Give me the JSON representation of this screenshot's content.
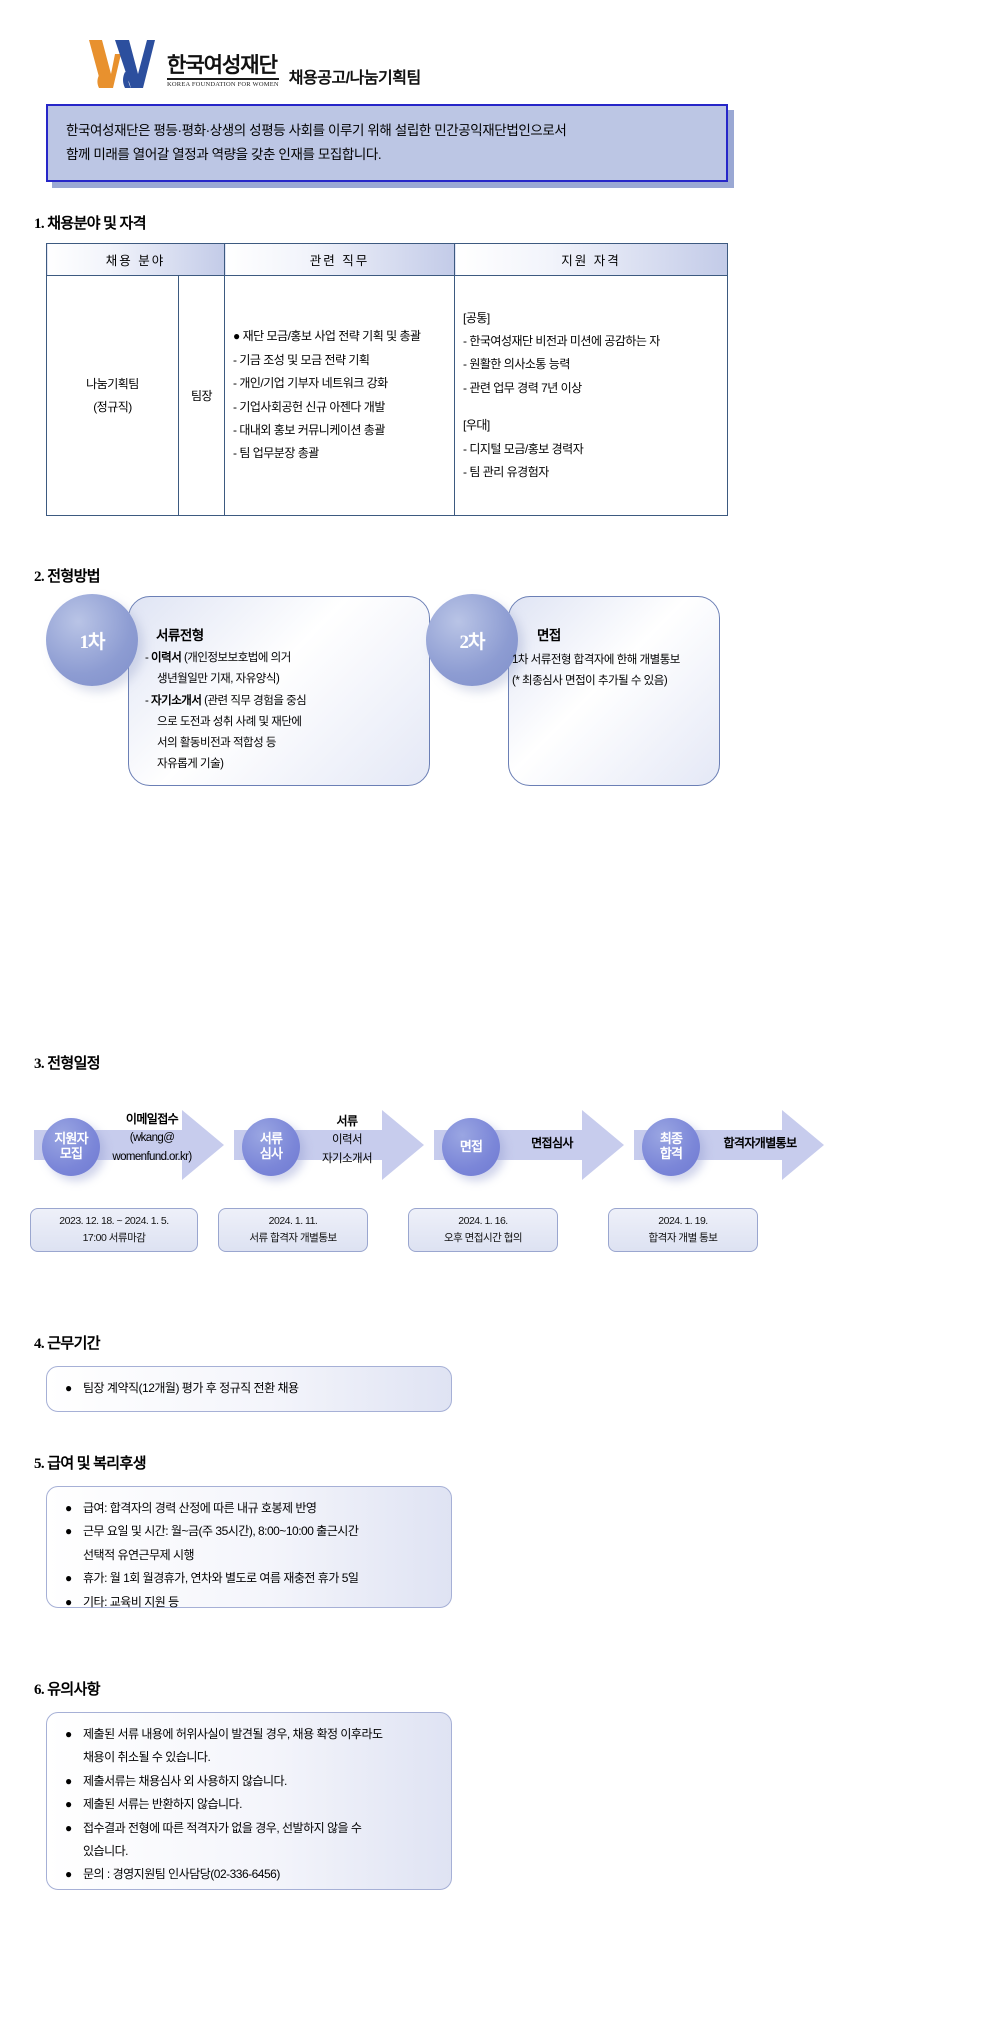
{
  "header": {
    "logo_kr": "한국여성재단",
    "logo_en": "KOREA FOUNDATION FOR WOMEN",
    "title": "채용공고/나눔기획팀"
  },
  "intro": {
    "line1": "한국여성재단은 평등·평화·상생의 성평등 사회를 이루기 위해 설립한 민간공익재단법인으로서",
    "line2": "함께 미래를 열어갈 열정과 역량을 갖춘 인재를 모집합니다."
  },
  "sections": {
    "s1": "1. 채용분야 및 자격",
    "s2": "2. 전형방법",
    "s3": "3. 전형일정",
    "s4": "4. 근무기간",
    "s5": "5. 급여 및 복리후생",
    "s6": "6. 유의사항"
  },
  "table1": {
    "headers": [
      "채용 분야",
      "관련 직무",
      "지원 자격"
    ],
    "field_line1": "나눔기획팀",
    "field_line2": "(정규직)",
    "rank": "팀장",
    "duties": [
      "● 재단 모금/홍보 사업 전략 기획 및 총괄",
      "- 기금 조성 및 모금 전략 기획",
      "- 개인/기업 기부자 네트워크 강화",
      "- 기업사회공헌 신규 아젠다 개발",
      "- 대내외 홍보 커뮤니케이션 총괄",
      "- 팀 업무분장 총괄"
    ],
    "qual_common_title": "[공통]",
    "qual_common": [
      "- 한국여성재단 비전과 미션에 공감하는 자",
      "- 원활한 의사소통 능력",
      "- 관련 업무 경력 7년 이상"
    ],
    "qual_pref_title": "[우대]",
    "qual_pref": [
      "- 디지털 모금/홍보 경력자",
      "- 팀 관리 유경험자"
    ]
  },
  "steps": [
    {
      "badge": "1차",
      "heading": "서류전형",
      "lines": [
        "- <b>이력서</b> (개인정보보호법에 의거",
        "생년월일만 기재, 자유양식)",
        "- <b>자기소개서</b> (관련 직무 경험을 중심",
        "으로 도전과 성취 사례 및 재단에",
        "서의 활동비전과 적합성 등",
        "자유롭게 기술)"
      ]
    },
    {
      "badge": "2차",
      "heading": "면접",
      "lines": [
        "1차 서류전형 합격자에 한해 개별통보",
        "(* 최종심사 면접이 추가될 수 있음)"
      ]
    }
  ],
  "timeline": [
    {
      "circle": "지원자\n모집",
      "label_head": "이메일접수",
      "label_sub1": "(wkang@",
      "label_sub2": "womenfund.or.kr)",
      "date1": "2023. 12. 18. ~ 2024. 1. 5.",
      "date2": "17:00 서류마감"
    },
    {
      "circle": "서류\n심사",
      "label_head": "서류",
      "label_sub1": "이력서",
      "label_sub2": "자기소개서",
      "date1": "2024. 1. 11.",
      "date2": "서류 합격자 개별통보"
    },
    {
      "circle": "면접",
      "label_head": "면접심사",
      "label_sub1": "",
      "label_sub2": "",
      "date1": "2024. 1. 16.",
      "date2": "오후 면접시간 협의"
    },
    {
      "circle": "최종\n합격",
      "label_head": "합격자개별통보",
      "label_sub1": "",
      "label_sub2": "",
      "date1": "2024. 1. 19.",
      "date2": "합격자 개별 통보"
    }
  ],
  "work_period": {
    "items": [
      {
        "bullet": "●",
        "text": "팀장 계약직(12개월) 평가 후 정규직 전환 채용",
        "cont": false
      }
    ]
  },
  "salary": {
    "items": [
      {
        "bullet": "●",
        "text": "급여: 합격자의 경력 산정에 따른 내규 호봉제 반영",
        "cont": false
      },
      {
        "bullet": "●",
        "text": "근무 요일 및 시간: 월~금(주 35시간), 8:00~10:00 출근시간",
        "cont": false
      },
      {
        "bullet": "",
        "text": "선택적 유연근무제 시행",
        "cont": true
      },
      {
        "bullet": "●",
        "text": "휴가: 월 1회 월경휴가, 연차와 별도로 여름 재충전 휴가 5일",
        "cont": false
      },
      {
        "bullet": "●",
        "text": "기타: 교육비 지원 등",
        "cont": false
      }
    ]
  },
  "notice": {
    "items": [
      {
        "bullet": "●",
        "text": "제출된 서류 내용에 허위사실이 발견될 경우, 채용 확정 이후라도",
        "cont": false
      },
      {
        "bullet": "",
        "text": "채용이 취소될 수 있습니다.",
        "cont": true
      },
      {
        "bullet": "●",
        "text": "제출서류는 채용심사 외 사용하지 않습니다.",
        "cont": false
      },
      {
        "bullet": "●",
        "text": "제출된 서류는 반환하지 않습니다.",
        "cont": false
      },
      {
        "bullet": "●",
        "text": "접수결과 전형에 따른 적격자가 없을 경우, 선발하지 않을 수",
        "cont": false
      },
      {
        "bullet": "",
        "text": "있습니다.",
        "cont": true
      },
      {
        "bullet": "●",
        "text": "문의 : 경영지원팀 인사담당(02-336-6456)",
        "cont": false
      }
    ]
  },
  "colors": {
    "intro_bg": "#bcc6e4",
    "intro_border": "#2626c8",
    "table_border": "#3d5a80",
    "circle_blue": "#7b86d8",
    "arrow_fill": "#c7cced"
  }
}
